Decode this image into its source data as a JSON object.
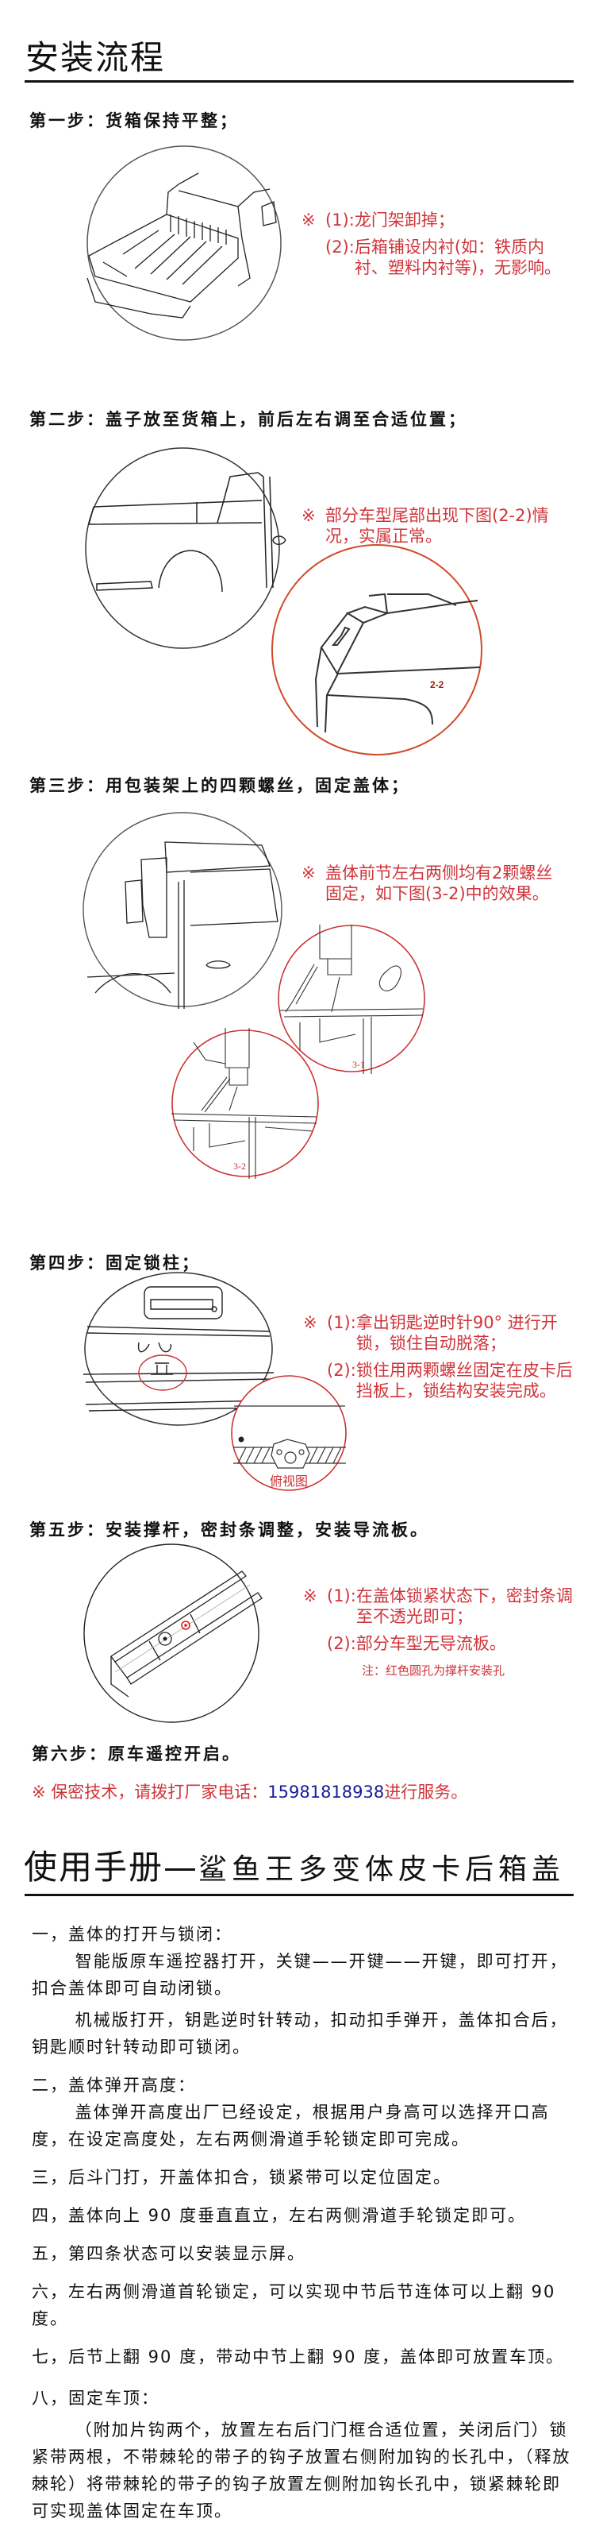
{
  "install": {
    "title": "安装流程",
    "steps": [
      {
        "label": "第一步：货箱保持平整；",
        "notes": [
          {
            "num": "(1):",
            "text": "龙门架卸掉；"
          },
          {
            "num": "(2):",
            "text": "后箱铺设内衬(如：铁质内衬、塑料内衬等)，无影响。"
          }
        ]
      },
      {
        "label": "第二步：盖子放至货箱上，前后左右调至合适位置；",
        "notes": [
          {
            "num": "",
            "text": "部分车型尾部出现下图(2-2)情况，实属正常。"
          }
        ],
        "figure_label": "2-2"
      },
      {
        "label": "第三步：用包装架上的四颗螺丝，固定盖体；",
        "notes": [
          {
            "num": "",
            "text": "盖体前节左右两侧均有2颗螺丝固定，如下图(3-2)中的效果。"
          }
        ],
        "figure_labels": [
          "3-1",
          "3-2"
        ]
      },
      {
        "label": "第四步：固定锁柱；",
        "notes": [
          {
            "num": "(1):",
            "text": "拿出钥匙逆时针90° 进行开锁，锁住自动脱落；"
          },
          {
            "num": "(2):",
            "text": "锁住用两颗螺丝固定在皮卡后挡板上，锁结构安装完成。"
          }
        ],
        "figure_label": "俯视图"
      },
      {
        "label": "第五步：安装撑杆，密封条调整，安装导流板。",
        "notes": [
          {
            "num": "(1):",
            "text": "在盖体锁紧状态下，密封条调至不透光即可；"
          },
          {
            "num": "(2):",
            "text": "部分车型无导流板。"
          }
        ],
        "small_note": "注：红色圆孔为撑杆安装孔"
      },
      {
        "label": "第六步：原车遥控开启。"
      }
    ],
    "note_marker": "※",
    "secret": {
      "prefix": "※ 保密技术，请拨打厂家电话：",
      "phone": "15981818938",
      "suffix": "进行服务。"
    }
  },
  "manual": {
    "title_main": "使用手册—",
    "title_sub": "鲨鱼王多变体皮卡后箱盖",
    "sections": [
      {
        "head": "一，盖体的打开与锁闭：",
        "paras": [
          "智能版原车遥控器打开，关键——开键——开键，即可打开，扣合盖体即可自动闭锁。",
          "机械版打开，钥匙逆时针转动，扣动扣手弹开，盖体扣合后，钥匙顺时针转动即可锁闭。"
        ]
      },
      {
        "head": "二，盖体弹开高度：",
        "paras": [
          "盖体弹开高度出厂已经设定，根据用户身高可以选择开口高度，在设定高度处，左右两侧滑道手轮锁定即可完成。"
        ]
      },
      {
        "head": "三，后斗门打，开盖体扣合，锁紧带可以定位固定。",
        "paras": []
      },
      {
        "head": "四，盖体向上 90 度垂直直立，左右两侧滑道手轮锁定即可。",
        "paras": []
      },
      {
        "head": "五，第四条状态可以安装显示屏。",
        "paras": []
      },
      {
        "head": "六，左右两侧滑道首轮锁定，可以实现中节后节连体可以上翻 90 度。",
        "paras": []
      },
      {
        "head": "七，后节上翻 90 度，带动中节上翻 90 度，盖体即可放置车顶。",
        "paras": []
      },
      {
        "head": "八，固定车顶：",
        "paras": [
          "（附加片钩两个，放置左右后门门框合适位置，关闭后门）锁紧带两根，不带棘轮的带子的钩子放置右侧附加钩的长孔中，（释放棘轮）将带棘轮的带子的钩子放置左侧附加钩长孔中，锁紧棘轮即可实现盖体固定在车顶。"
        ]
      }
    ]
  },
  "colors": {
    "accent_red": "#d0343a",
    "phone_blue": "#1a1a9a",
    "text": "#111111"
  }
}
